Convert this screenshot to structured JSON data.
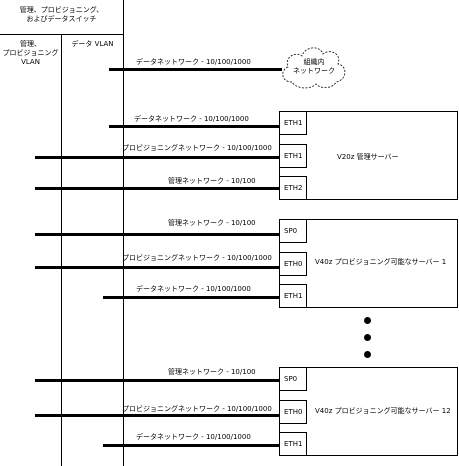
{
  "header": {
    "top_title": "管理、プロビジョニング、\nおよびデータスイッチ",
    "col_mgmt": "管理、\nプロビジョニング\nVLAN",
    "col_data": "データ VLAN"
  },
  "cloud": {
    "label": "組織内\nネットワーク"
  },
  "wires": {
    "w1": "データネットワーク - 10/100/1000",
    "w2": "データネットワーク - 10/100/1000",
    "w3": "プロビジョニングネットワーク - 10/100/1000",
    "w4": "管理ネットワーク - 10/100",
    "w5": "管理ネットワーク - 10/100",
    "w6": "プロビジョニングネットワーク - 10/100/1000",
    "w7": "データネットワーク - 10/100/1000",
    "w8": "管理ネットワーク - 10/100",
    "w9": "プロビジョニングネットワーク - 10/100/1000",
    "w10": "データネットワーク - 10/100/1000"
  },
  "servers": {
    "mgmt": {
      "label": "V20z 管理サーバー",
      "ports": [
        "ETH1",
        "ETH1",
        "ETH2"
      ]
    },
    "prov1": {
      "label": "V40z プロビジョニング可能なサーバー 1",
      "ports": [
        "SP0",
        "ETH0",
        "ETH1"
      ]
    },
    "prov12": {
      "label": "V40z プロビジョニング可能なサーバー 12",
      "ports": [
        "SP0",
        "ETH0",
        "ETH1"
      ]
    }
  }
}
